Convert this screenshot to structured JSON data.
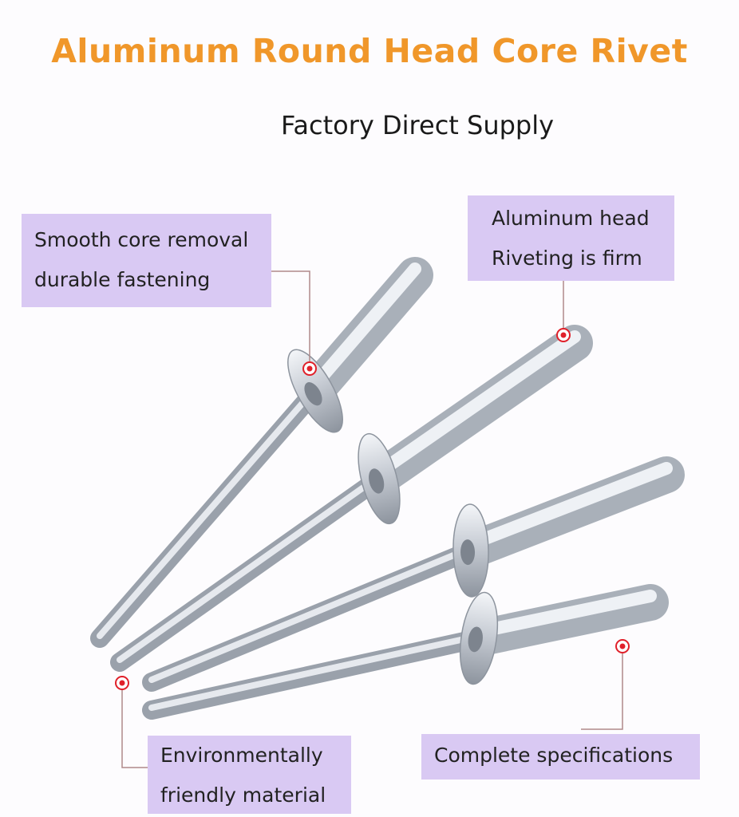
{
  "title": "Aluminum Round Head Core Rivet",
  "subtitle": "Factory Direct Supply",
  "callouts": {
    "core": {
      "line1": "Smooth core removal",
      "line2": "durable fastening"
    },
    "head": {
      "line1": "Aluminum head",
      "line2": "Riveting is firm"
    },
    "material": {
      "line1": "Environmentally",
      "line2": "friendly material"
    },
    "specs": {
      "line1": "Complete specifications"
    }
  },
  "colors": {
    "title": "#f0972a",
    "box": "#d9c9f3",
    "marker": "#e0202a"
  }
}
